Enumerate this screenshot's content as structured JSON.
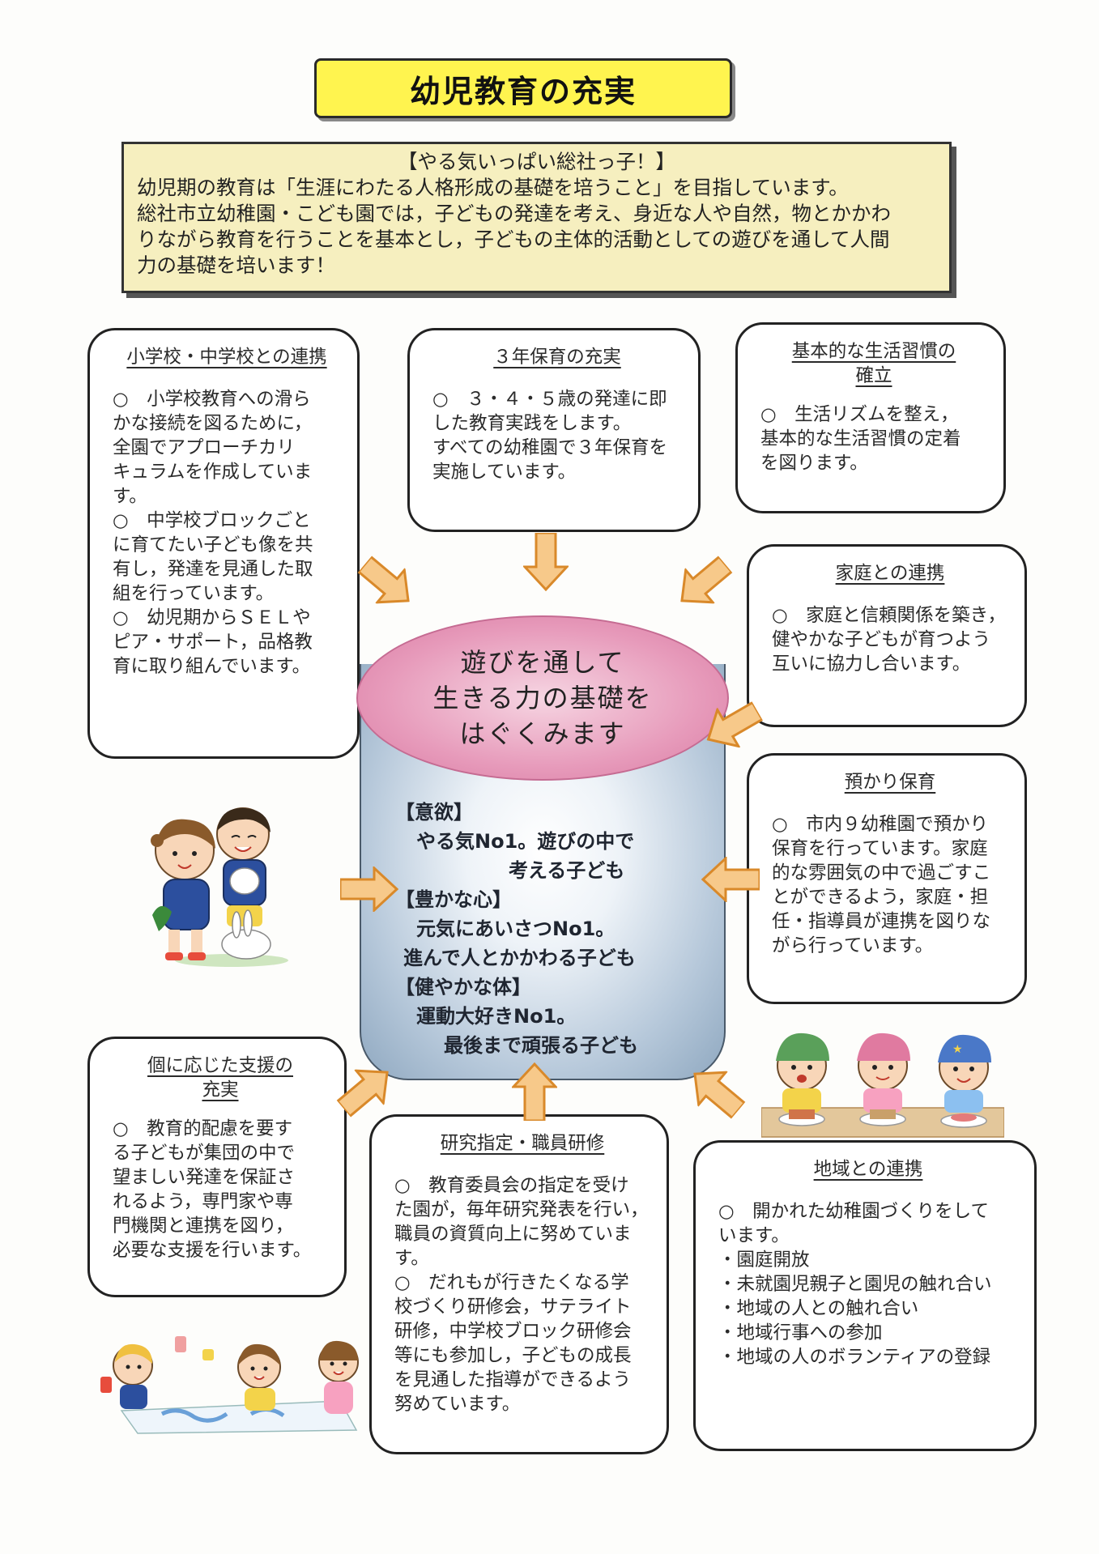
{
  "title": "幼児教育の充実",
  "intro": {
    "heading": "【やる気いっぱい総社っ子！】",
    "lines": [
      "幼児期の教育は「生涯にわたる人格形成の基礎を培うこと」を目指しています。",
      "総社市立幼稚園・こども園では，子どもの発達を考え、身近な人や自然，物とかかわ",
      "りながら教育を行うことを基本とし，子どもの主体的活動としての遊びを通して人間",
      "力の基礎を培います！"
    ]
  },
  "center": {
    "top_lines": [
      "遊びを通して",
      "生きる力の基礎を",
      "はぐくみます"
    ],
    "goals": [
      "【意欲】",
      "やる気No1。遊びの中で",
      "考える子ども",
      "【豊かな心】",
      "元気にあいさつNo1。",
      "進んで人とかかわる子ども",
      "【健やかな体】",
      "運動大好きNo1。",
      "最後まで頑張る子ども"
    ]
  },
  "cards": {
    "school": {
      "title": "小学校・中学校との連携",
      "lines": [
        "○　小学校教育への滑ら",
        "かな接続を図るために，",
        "全園でアプローチカリ",
        "キュラムを作成していま",
        "す。",
        "○　中学校ブロックごと",
        "に育てたい子ども像を共",
        "有し，発達を見通した取",
        "組を行っています。",
        "○　幼児期からＳＥＬや",
        "ピア・サポート，品格教",
        "育に取り組んでいます。"
      ]
    },
    "three_year": {
      "title": "３年保育の充実",
      "lines": [
        "○　３・４・５歳の発達に即",
        "した教育実践をします。",
        "すべての幼稚園で３年保育を",
        "実施しています。"
      ]
    },
    "habits": {
      "title_lines": [
        "基本的な生活習慣の",
        "確立"
      ],
      "lines": [
        "○　生活リズムを整え，",
        "基本的な生活習慣の定着",
        "を図ります。"
      ]
    },
    "family": {
      "title": "家庭との連携",
      "lines": [
        "○　家庭と信頼関係を築き，",
        "健やかな子どもが育つよう",
        "互いに協力し合います。"
      ]
    },
    "childcare": {
      "title": "預かり保育",
      "lines": [
        "○　市内９幼稚園で預かり",
        "保育を行っています。家庭",
        "的な雰囲気の中で過ごすこ",
        "とができるよう，家庭・担",
        "任・指導員が連携を図りな",
        "がら行っています。"
      ]
    },
    "support": {
      "title_lines": [
        "個に応じた支援の",
        "充実"
      ],
      "lines": [
        "○　教育的配慮を要す",
        "る子どもが集団の中で",
        "望ましい発達を保証さ",
        "れるよう，専門家や専",
        "門機関と連携を図り，",
        "必要な支援を行います。"
      ]
    },
    "research": {
      "title": "研究指定・職員研修",
      "lines": [
        "○　教育委員会の指定を受け",
        "た園が，毎年研究発表を行い，",
        "職員の資質向上に努めていま",
        "す。",
        "○　だれもが行きたくなる学",
        "校づくり研修会，サテライト",
        "研修，中学校ブロック研修会",
        "等にも参加し，子どもの成長",
        "を見通した指導ができるよう",
        "努めています。"
      ]
    },
    "community": {
      "title": "地域との連携",
      "lines": [
        "○　開かれた幼稚園づくりをして",
        "います。"
      ],
      "bullets": [
        "園庭開放",
        "未就園児親子と園児の触れ合い",
        "地域の人との触れ合い",
        "地域行事への参加",
        "地域の人のボランティアの登録"
      ]
    }
  },
  "colors": {
    "title_bg": "#fff44f",
    "intro_bg": "#f6efbf",
    "arrow_fill": "#f7c98a",
    "arrow_stroke": "#d9892a",
    "cylinder_top": "#e79bbb",
    "cylinder_body": "#b6c8da"
  }
}
